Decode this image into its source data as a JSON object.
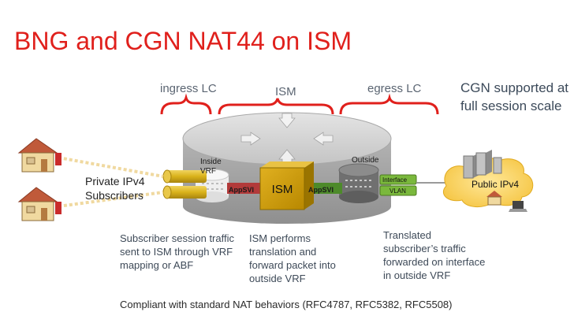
{
  "title": "BNG and CGN NAT44 on ISM",
  "sections": {
    "ingress": "ingress LC",
    "ism": "ISM",
    "egress": "egress LC"
  },
  "cgn_note": "CGN supported at full session scale",
  "labels": {
    "inside_vrf": "Inside VRF",
    "outside": "Outside",
    "ism_box": "ISM",
    "appsvi_left": "AppSVI",
    "appsvi_right": "AppSVI",
    "interface": "Interface",
    "vlan": "VLAN",
    "private_ipv4": "Private IPv4 Subscribers",
    "public_ipv4": "Public IPv4"
  },
  "captions": {
    "left": "Subscriber session traffic sent to ISM through VRF mapping or ABF",
    "middle": "ISM performs translation and forward packet into outside VRF",
    "right": "Translated subscriber’s traffic forwarded on interface in outside VRF"
  },
  "footer": "Compliant with standard NAT behaviors (RFC4787, RFC5382, RFC5508)",
  "colors": {
    "title": "#e0201c",
    "brace": "#e0201c",
    "router": "#b9b9b9",
    "ism": "#c99a00",
    "appsvi": "#b23a3a",
    "tube": "#d9b21a",
    "interface": "#6aa62e"
  },
  "icons": [
    "house-icon",
    "house-icon",
    "cloud-icon",
    "server-icon",
    "house-icon",
    "laptop-icon"
  ]
}
